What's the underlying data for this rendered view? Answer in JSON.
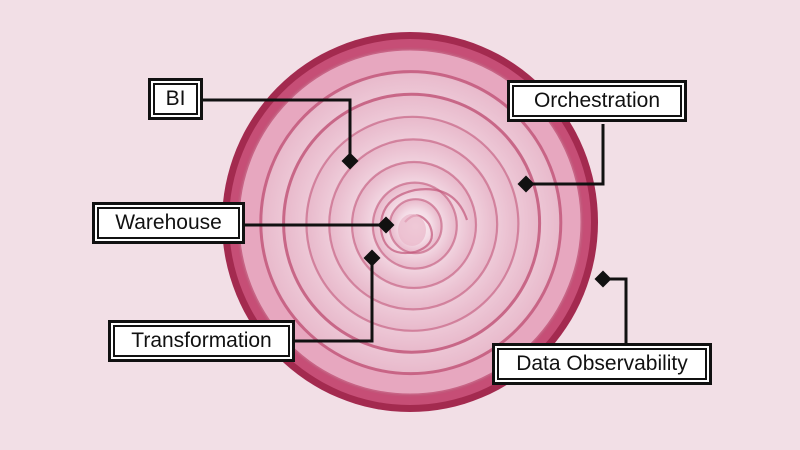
{
  "diagram": {
    "subject": "onion-cross-section",
    "colors": {
      "background": "#f2dfe6",
      "onion_outer": "#a32a4f",
      "onion_ring": "#c2577a",
      "onion_flesh": "#f7eaf0",
      "connector": "#111111",
      "label_fill": "#ffffff"
    },
    "labels": [
      {
        "id": "bi",
        "text": "BI"
      },
      {
        "id": "orchestration",
        "text": "Orchestration"
      },
      {
        "id": "warehouse",
        "text": "Warehouse"
      },
      {
        "id": "transformation",
        "text": "Transformation"
      },
      {
        "id": "data_observability",
        "text": "Data Observability"
      }
    ]
  }
}
